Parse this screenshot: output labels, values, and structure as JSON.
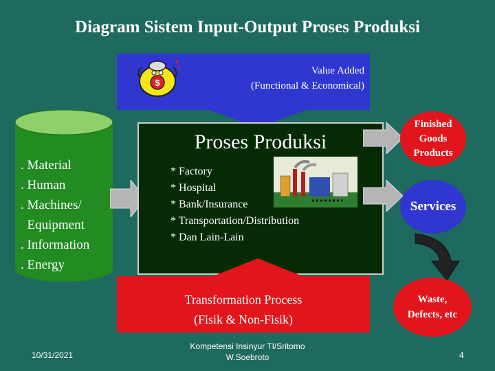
{
  "title": "Diagram Sistem Input-Output Proses Produksi",
  "value_added": {
    "line1": "Value Added",
    "line2": "(Functional & Economical)"
  },
  "inputs": [
    ". Material",
    ". Human",
    ". Machines/",
    "  Equipment",
    ". Information",
    ". Energy"
  ],
  "process": {
    "title": "Proses Produksi",
    "items": [
      "* Factory",
      "* Hospital",
      "* Bank/Insurance",
      "* Transportation/Distribution",
      "* Dan Lain-Lain"
    ]
  },
  "transformation": {
    "line1": "Transformation Process",
    "line2": "(Fisik & Non-Fisik)"
  },
  "outputs": {
    "finished_line1": "Finished",
    "finished_line2": "Goods",
    "finished_line3": "Products",
    "services": "Services",
    "waste_line1": "Waste,",
    "waste_line2": "Defects, etc"
  },
  "footer": {
    "date": "10/31/2021",
    "credit_line1": "Kompetensi Insinyur TI/Sritomo",
    "credit_line2": "W.Soebroto",
    "page": "4"
  },
  "icons": [
    "money-bag-icon",
    "factory-icon"
  ],
  "colors": {
    "background": "#1f6a5e",
    "blue": "#2f37d0",
    "red": "#e1151b",
    "process_box": "#062b04",
    "input_cylinder": "#228b22",
    "arrow_gray": "#b5b5b5"
  }
}
